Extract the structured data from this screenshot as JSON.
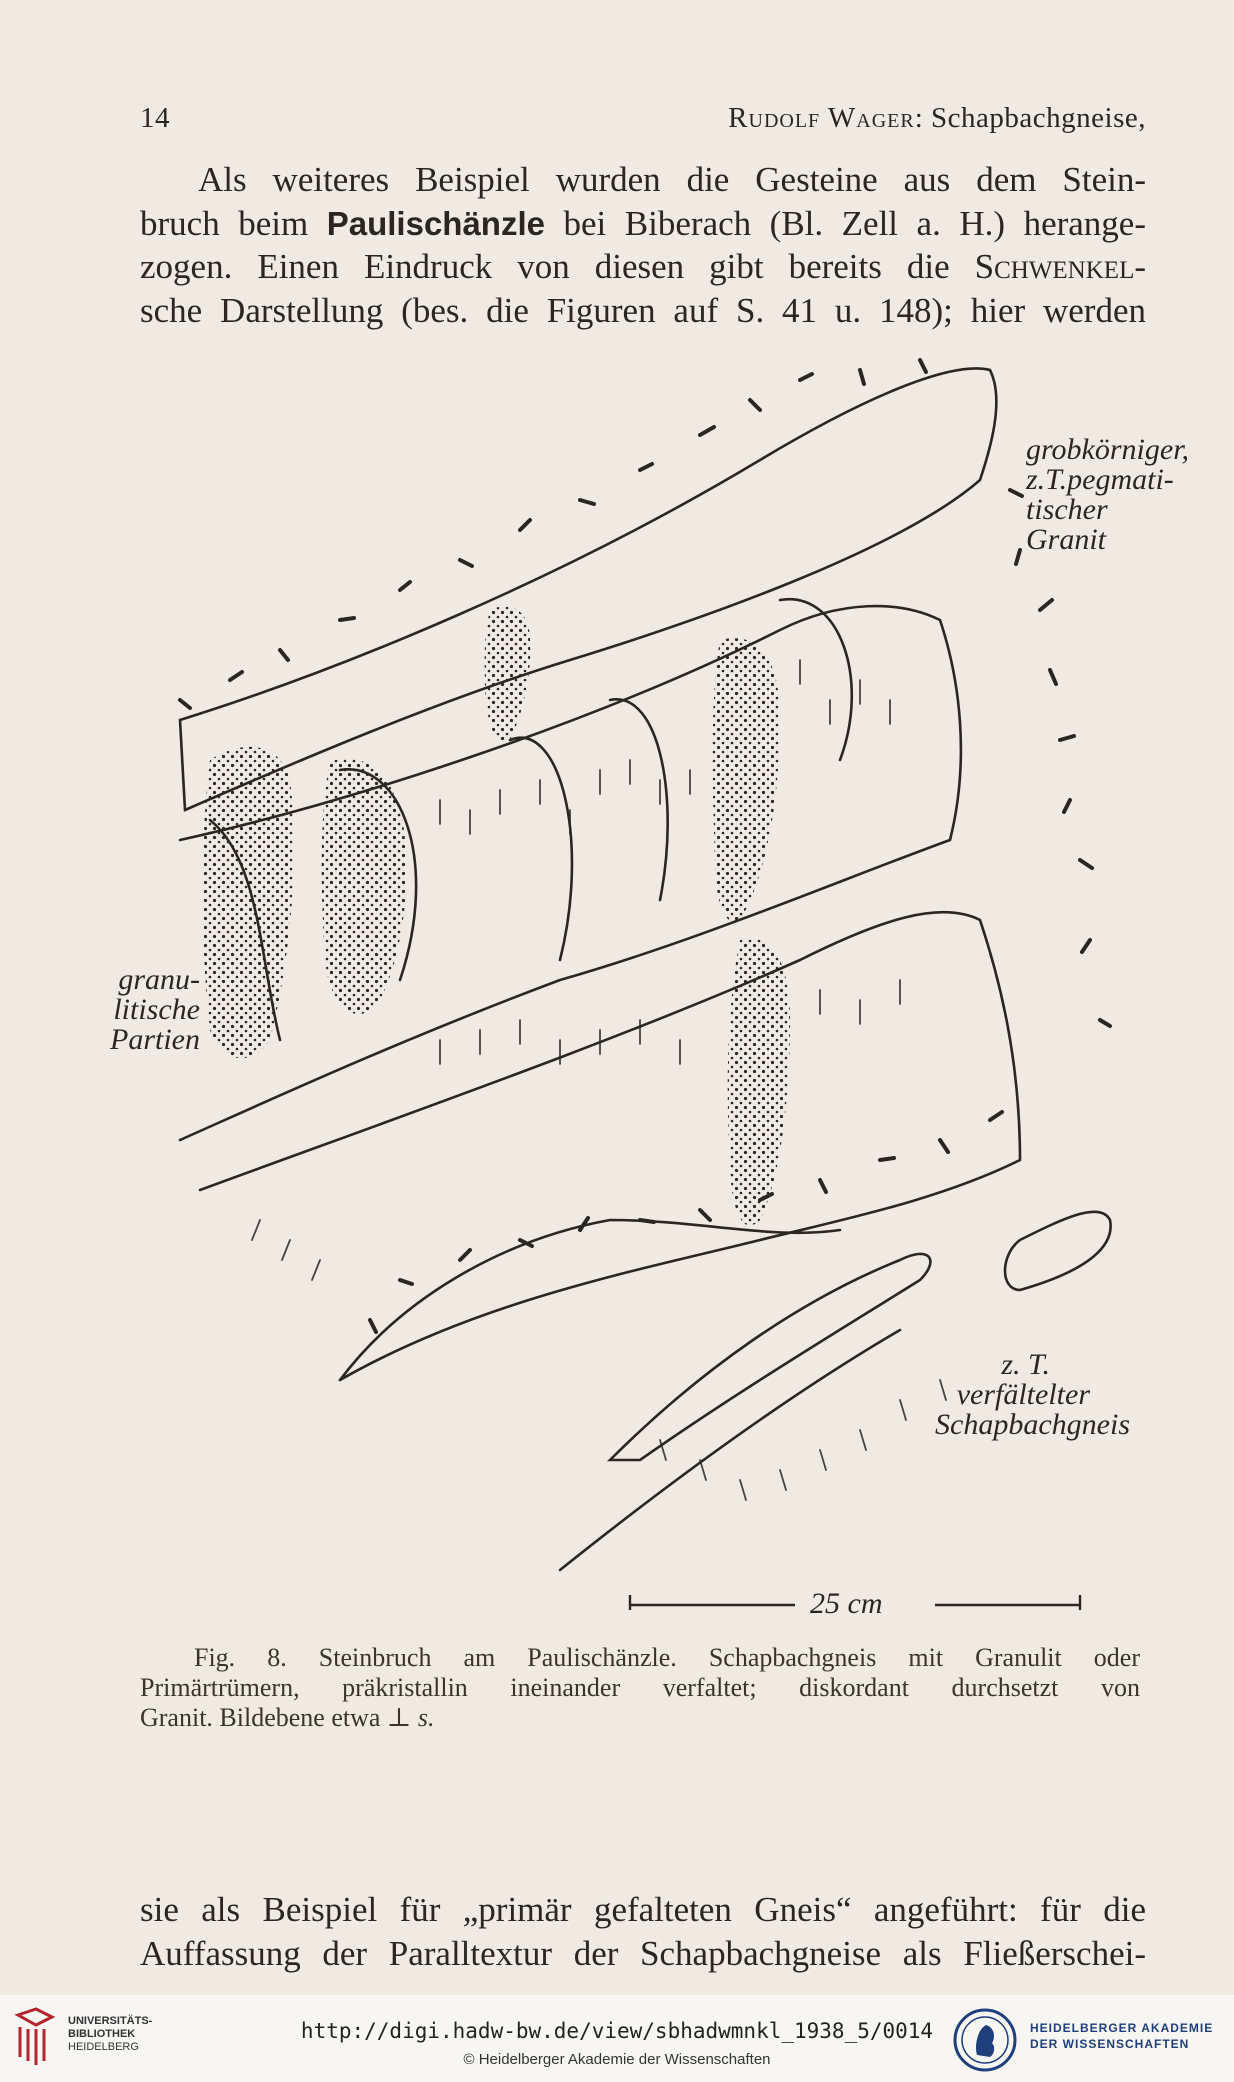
{
  "header": {
    "page_number": "14",
    "author": "Rudolf Wager",
    "separator": ": ",
    "title": "Schapbachgneise,"
  },
  "top_paragraph": {
    "line1": "Als weiteres Beispiel wurden die Gesteine aus dem Stein-",
    "line2_pre": "bruch beim ",
    "line2_bold": "Paulischänzle",
    "line2_post": " bei Biberach (Bl. Zell a. H.) herange-",
    "line3_pre": "zogen. Einen Eindruck von diesen gibt bereits die ",
    "line3_sc": "Schwenkel-",
    "line4": "sche Darstellung (bes. die Figuren auf S. 41 u. 148); hier werden"
  },
  "figure": {
    "label_granite": [
      "grobkörniger,",
      "z.T.pegmati-",
      "tischer Granit"
    ],
    "label_granulite": [
      "granu-",
      "litische",
      "Partien"
    ],
    "label_gneis": [
      "z. T.",
      "verfältelter",
      "Schapbachgneis"
    ],
    "scale_label": "25 cm"
  },
  "caption": {
    "line1": "Fig. 8. Steinbruch am Paulischänzle. Schapbachgneis mit Granulit oder",
    "line2": "Primärtrümern, präkristallin ineinander verfaltet; diskordant durchsetzt von",
    "line3_pre": "Granit. Bildebene etwa ",
    "line3_symbol": "⊥",
    "line3_post": " s."
  },
  "bottom_paragraph": {
    "line1": "sie als Beispiel für „primär gefalteten Gneis“ angeführt: für die",
    "line2": "Auffassung der Paralltextur der Schapbachgneise als Fließerschei-"
  },
  "footer": {
    "library_line1": "UNIVERSITÄTS-",
    "library_line2": "BIBLIOTHEK",
    "library_line3": "HEIDELBERG",
    "url": "http://digi.hadw-bw.de/view/sbhadwmnkl_1938_5/0014",
    "copyright": "© Heidelberger Akademie der Wissenschaften",
    "academy_line1": "HEIDELBERGER AKADEMIE",
    "academy_line2": "DER WISSENSCHAFTEN"
  },
  "colors": {
    "paper": "#efebe2",
    "ink": "#2b2620",
    "footer_bg": "#f7f6f3",
    "academy_blue": "#1f3f7a",
    "library_red": "#b3262d"
  }
}
